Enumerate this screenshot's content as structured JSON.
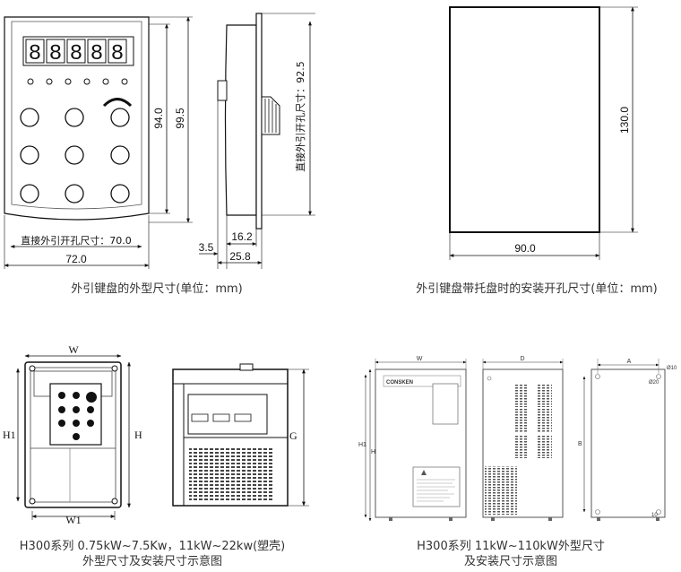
{
  "keypad": {
    "led_digits": [
      "8",
      "8",
      "8",
      "8",
      "8"
    ],
    "width_label": "72.0",
    "hole_label": "直接外引开孔尺寸：70.0",
    "h_inner_label": "94.0",
    "h_outer_label": "99.5",
    "caption": "外引键盘的外型尺寸(单位：mm)"
  },
  "side": {
    "depth_inner_label": "16.2",
    "depth_outer_label": "25.8",
    "flange_label": "3.5",
    "hole_label": "直接外引开孔尺寸：92.5"
  },
  "tray": {
    "height_label": "130.0",
    "width_label": "90.0",
    "caption": "外引键盘带托盘时的安装开孔尺寸(单位：mm)"
  },
  "plastic": {
    "w_label": "W",
    "w1_label": "W1",
    "h1_label": "H1",
    "h_label": "H",
    "g_label": "G",
    "caption_line1": "H300系列 0.75kW~7.5Kw，11kW~22kw(塑壳)",
    "caption_line2": "外型尺寸及安装尺寸示意图"
  },
  "metal": {
    "w_label": "W",
    "d_label": "D",
    "a_label": "A",
    "b_label": "B",
    "h1_label": "H1",
    "h_label": "H",
    "brand": "CONSKEN",
    "hole_small": "Ø10",
    "hole_large": "Ø20",
    "bottom_10": "10",
    "caption_line1": "H300系列 11kW~110kW外型尺寸",
    "caption_line2": "及安装尺寸示意图"
  }
}
